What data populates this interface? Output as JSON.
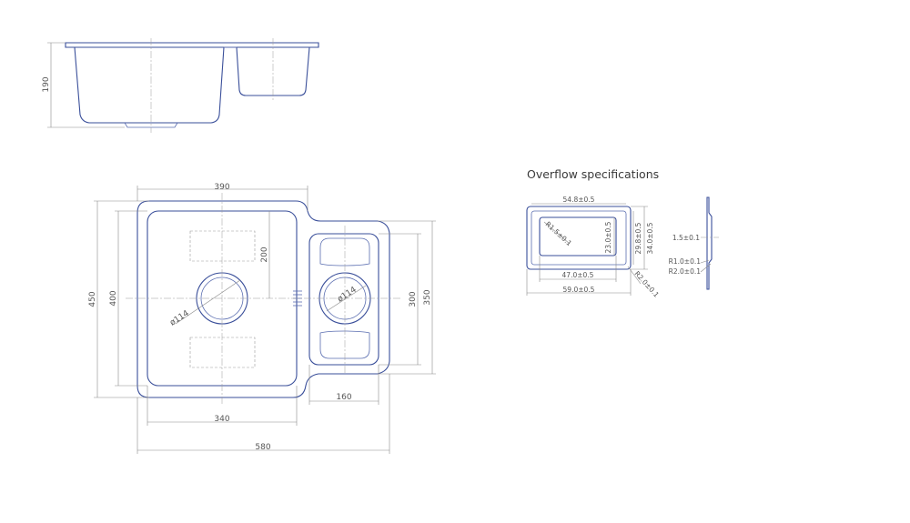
{
  "top_view": {
    "height_dim": "190"
  },
  "plan_view": {
    "width_390": "390",
    "height_450": "450",
    "height_400": "400",
    "height_200": "200",
    "dia_main": "ø114",
    "dia_small": "ø114",
    "height_300": "300",
    "height_350": "350",
    "width_160": "160",
    "width_340": "340",
    "width_580": "580"
  },
  "overflow": {
    "title": "Overflow specifications",
    "width_inner_top": "54.8±0.5",
    "radius_inner": "R1.5±0.1",
    "height_inner": "23.0±0.5",
    "height_mid": "29.8±0.5",
    "height_outer": "34.0±0.5",
    "width_inner_bottom": "47.0±0.5",
    "radius_outer": "R2.0±0.1",
    "width_outer": "59.0±0.5",
    "thickness": "1.5±0.1",
    "side_r1": "R1.0±0.1",
    "side_r2": "R2.0±0.1"
  }
}
